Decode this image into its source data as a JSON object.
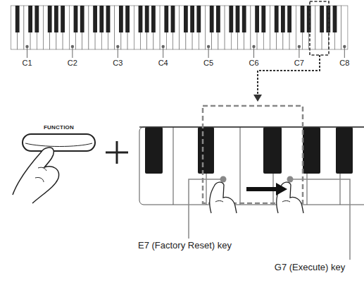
{
  "diagram": {
    "nodes": [
      {
        "text": [
          "FUNCTION"
        ]
      }
    ],
    "labels": [
      "C1",
      "C2",
      "C3",
      "C4",
      "C5",
      "C6",
      "C7",
      "C8",
      "E7 (Factory Reset) key",
      "G7 (Execute) key"
    ]
  }
}
